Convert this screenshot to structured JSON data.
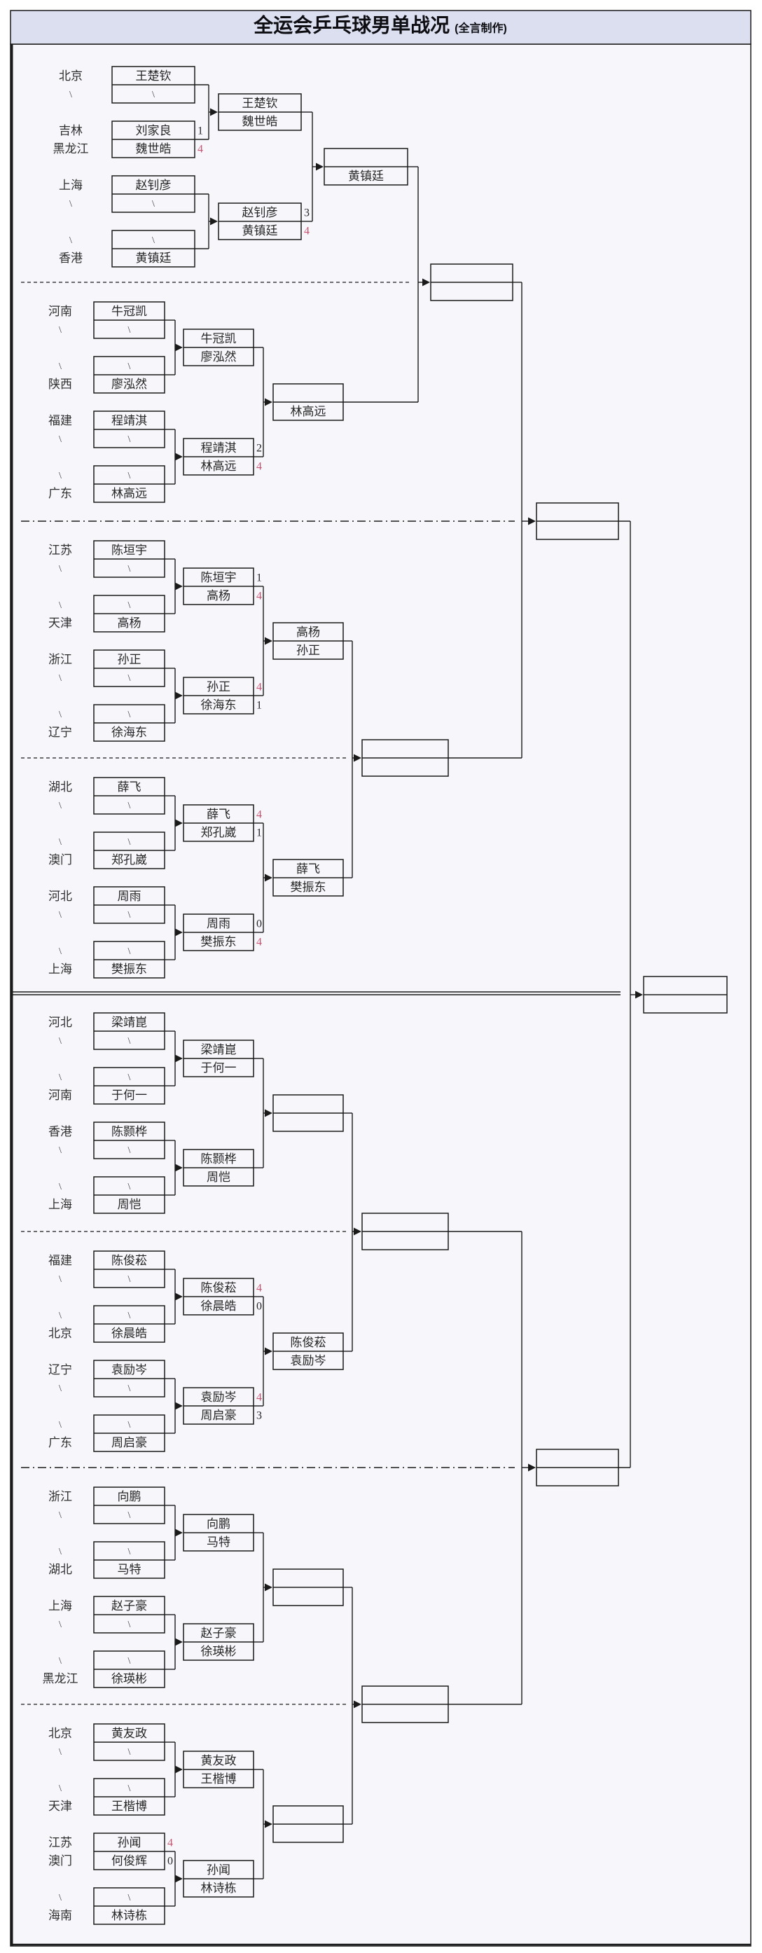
{
  "title": {
    "main": "全运会乒乓球男单战况",
    "credit": "(全言制作)"
  },
  "colors": {
    "page_bg": "#ffffff",
    "panel_bg": "#f7f6fb",
    "title_bg": "#dbdff0",
    "line": "#1a1a1a",
    "text": "#262626",
    "score_win": "#c85571",
    "score_lose": "#262626"
  },
  "sections": [
    {
      "id": "A",
      "groups": [
        {
          "pairs": [
            {
              "regions": [
                "北京",
                "\\"
              ],
              "players": [
                "王楚钦",
                "\\"
              ],
              "scores": [
                "",
                ""
              ],
              "win": [
                false,
                false
              ]
            },
            {
              "regions": [
                "吉林",
                "黑龙江"
              ],
              "players": [
                "刘家良",
                "魏世皓"
              ],
              "scores": [
                "1",
                "4"
              ],
              "win": [
                false,
                true
              ]
            }
          ],
          "r2": {
            "players": [
              "王楚钦",
              "魏世皓"
            ],
            "scores": [
              "",
              ""
            ],
            "win": [
              false,
              false
            ]
          }
        },
        {
          "pairs": [
            {
              "regions": [
                "上海",
                "\\"
              ],
              "players": [
                "赵钊彦",
                "\\"
              ],
              "scores": [
                "",
                ""
              ],
              "win": [
                false,
                false
              ]
            },
            {
              "regions": [
                "\\",
                "香港"
              ],
              "players": [
                "\\",
                "黄镇廷"
              ],
              "scores": [
                "",
                ""
              ],
              "win": [
                false,
                false
              ]
            }
          ],
          "r2": {
            "players": [
              "赵钊彦",
              "黄镇廷"
            ],
            "scores": [
              "3",
              "4"
            ],
            "win": [
              false,
              true
            ]
          }
        }
      ],
      "l3": {
        "players": [
          "",
          "黄镇廷"
        ]
      }
    },
    {
      "id": "B",
      "groups": [
        {
          "pairs": [
            {
              "regions": [
                "河南",
                "\\"
              ],
              "players": [
                "牛冠凯",
                "\\"
              ],
              "scores": [
                "",
                ""
              ],
              "win": [
                false,
                false
              ]
            },
            {
              "regions": [
                "\\",
                "陕西"
              ],
              "players": [
                "\\",
                "廖泓然"
              ],
              "scores": [
                "",
                ""
              ],
              "win": [
                false,
                false
              ]
            }
          ],
          "r2": {
            "players": [
              "牛冠凯",
              "廖泓然"
            ],
            "scores": [
              "",
              ""
            ],
            "win": [
              false,
              false
            ]
          }
        },
        {
          "pairs": [
            {
              "regions": [
                "福建",
                "\\"
              ],
              "players": [
                "程靖淇",
                "\\"
              ],
              "scores": [
                "",
                ""
              ],
              "win": [
                false,
                false
              ]
            },
            {
              "regions": [
                "\\",
                "广东"
              ],
              "players": [
                "\\",
                "林高远"
              ],
              "scores": [
                "",
                ""
              ],
              "win": [
                false,
                false
              ]
            }
          ],
          "r2": {
            "players": [
              "程靖淇",
              "林高远"
            ],
            "scores": [
              "2",
              "4"
            ],
            "win": [
              false,
              true
            ]
          }
        }
      ],
      "l3": {
        "players": [
          "",
          "林高远"
        ]
      }
    },
    {
      "id": "C",
      "groups": [
        {
          "pairs": [
            {
              "regions": [
                "江苏",
                "\\"
              ],
              "players": [
                "陈垣宇",
                "\\"
              ],
              "scores": [
                "",
                ""
              ],
              "win": [
                false,
                false
              ]
            },
            {
              "regions": [
                "\\",
                "天津"
              ],
              "players": [
                "\\",
                "高杨"
              ],
              "scores": [
                "",
                ""
              ],
              "win": [
                false,
                false
              ]
            }
          ],
          "r2": {
            "players": [
              "陈垣宇",
              "高杨"
            ],
            "scores": [
              "1",
              "4"
            ],
            "win": [
              false,
              true
            ]
          }
        },
        {
          "pairs": [
            {
              "regions": [
                "浙江",
                "\\"
              ],
              "players": [
                "孙正",
                "\\"
              ],
              "scores": [
                "",
                ""
              ],
              "win": [
                false,
                false
              ]
            },
            {
              "regions": [
                "\\",
                "辽宁"
              ],
              "players": [
                "\\",
                "徐海东"
              ],
              "scores": [
                "",
                ""
              ],
              "win": [
                false,
                false
              ]
            }
          ],
          "r2": {
            "players": [
              "孙正",
              "徐海东"
            ],
            "scores": [
              "4",
              "1"
            ],
            "win": [
              true,
              false
            ]
          }
        }
      ],
      "l3": {
        "players": [
          "高杨",
          "孙正"
        ]
      }
    },
    {
      "id": "D",
      "groups": [
        {
          "pairs": [
            {
              "regions": [
                "湖北",
                "\\"
              ],
              "players": [
                "薛飞",
                "\\"
              ],
              "scores": [
                "",
                ""
              ],
              "win": [
                false,
                false
              ]
            },
            {
              "regions": [
                "\\",
                "澳门"
              ],
              "players": [
                "\\",
                "郑孔崴"
              ],
              "scores": [
                "",
                ""
              ],
              "win": [
                false,
                false
              ]
            }
          ],
          "r2": {
            "players": [
              "薛飞",
              "郑孔崴"
            ],
            "scores": [
              "4",
              "1"
            ],
            "win": [
              true,
              false
            ]
          }
        },
        {
          "pairs": [
            {
              "regions": [
                "河北",
                "\\"
              ],
              "players": [
                "周雨",
                "\\"
              ],
              "scores": [
                "",
                ""
              ],
              "win": [
                false,
                false
              ]
            },
            {
              "regions": [
                "\\",
                "上海"
              ],
              "players": [
                "\\",
                "樊振东"
              ],
              "scores": [
                "",
                ""
              ],
              "win": [
                false,
                false
              ]
            }
          ],
          "r2": {
            "players": [
              "周雨",
              "樊振东"
            ],
            "scores": [
              "0",
              "4"
            ],
            "win": [
              false,
              true
            ]
          }
        }
      ],
      "l3": {
        "players": [
          "薛飞",
          "樊振东"
        ]
      }
    },
    {
      "id": "E",
      "groups": [
        {
          "pairs": [
            {
              "regions": [
                "河北",
                "\\"
              ],
              "players": [
                "梁靖崑",
                "\\"
              ],
              "scores": [
                "",
                ""
              ],
              "win": [
                false,
                false
              ]
            },
            {
              "regions": [
                "\\",
                "河南"
              ],
              "players": [
                "\\",
                "于何一"
              ],
              "scores": [
                "",
                ""
              ],
              "win": [
                false,
                false
              ]
            }
          ],
          "r2": {
            "players": [
              "梁靖崑",
              "于何一"
            ],
            "scores": [
              "",
              ""
            ],
            "win": [
              false,
              false
            ]
          }
        },
        {
          "pairs": [
            {
              "regions": [
                "香港",
                "\\"
              ],
              "players": [
                "陈颢桦",
                "\\"
              ],
              "scores": [
                "",
                ""
              ],
              "win": [
                false,
                false
              ]
            },
            {
              "regions": [
                "\\",
                "上海"
              ],
              "players": [
                "\\",
                "周恺"
              ],
              "scores": [
                "",
                ""
              ],
              "win": [
                false,
                false
              ]
            }
          ],
          "r2": {
            "players": [
              "陈颢桦",
              "周恺"
            ],
            "scores": [
              "",
              ""
            ],
            "win": [
              false,
              false
            ]
          }
        }
      ],
      "l3": {
        "players": [
          "",
          ""
        ]
      }
    },
    {
      "id": "F",
      "groups": [
        {
          "pairs": [
            {
              "regions": [
                "福建",
                "\\"
              ],
              "players": [
                "陈俊菘",
                "\\"
              ],
              "scores": [
                "",
                ""
              ],
              "win": [
                false,
                false
              ]
            },
            {
              "regions": [
                "\\",
                "北京"
              ],
              "players": [
                "\\",
                "徐晨皓"
              ],
              "scores": [
                "",
                ""
              ],
              "win": [
                false,
                false
              ]
            }
          ],
          "r2": {
            "players": [
              "陈俊菘",
              "徐晨皓"
            ],
            "scores": [
              "4",
              "0"
            ],
            "win": [
              true,
              false
            ]
          }
        },
        {
          "pairs": [
            {
              "regions": [
                "辽宁",
                "\\"
              ],
              "players": [
                "袁励岑",
                "\\"
              ],
              "scores": [
                "",
                ""
              ],
              "win": [
                false,
                false
              ]
            },
            {
              "regions": [
                "\\",
                "广东"
              ],
              "players": [
                "\\",
                "周启豪"
              ],
              "scores": [
                "",
                ""
              ],
              "win": [
                false,
                false
              ]
            }
          ],
          "r2": {
            "players": [
              "袁励岑",
              "周启豪"
            ],
            "scores": [
              "4",
              "3"
            ],
            "win": [
              true,
              false
            ]
          }
        }
      ],
      "l3": {
        "players": [
          "陈俊菘",
          "袁励岑"
        ]
      }
    },
    {
      "id": "G",
      "groups": [
        {
          "pairs": [
            {
              "regions": [
                "浙江",
                "\\"
              ],
              "players": [
                "向鹏",
                "\\"
              ],
              "scores": [
                "",
                ""
              ],
              "win": [
                false,
                false
              ]
            },
            {
              "regions": [
                "\\",
                "湖北"
              ],
              "players": [
                "\\",
                "马特"
              ],
              "scores": [
                "",
                ""
              ],
              "win": [
                false,
                false
              ]
            }
          ],
          "r2": {
            "players": [
              "向鹏",
              "马特"
            ],
            "scores": [
              "",
              ""
            ],
            "win": [
              false,
              false
            ]
          }
        },
        {
          "pairs": [
            {
              "regions": [
                "上海",
                "\\"
              ],
              "players": [
                "赵子豪",
                "\\"
              ],
              "scores": [
                "",
                ""
              ],
              "win": [
                false,
                false
              ]
            },
            {
              "regions": [
                "\\",
                "黑龙江"
              ],
              "players": [
                "\\",
                "徐瑛彬"
              ],
              "scores": [
                "",
                ""
              ],
              "win": [
                false,
                false
              ]
            }
          ],
          "r2": {
            "players": [
              "赵子豪",
              "徐瑛彬"
            ],
            "scores": [
              "",
              ""
            ],
            "win": [
              false,
              false
            ]
          }
        }
      ],
      "l3": {
        "players": [
          "",
          ""
        ]
      }
    },
    {
      "id": "H",
      "groups": [
        {
          "pairs": [
            {
              "regions": [
                "北京",
                "\\"
              ],
              "players": [
                "黄友政",
                "\\"
              ],
              "scores": [
                "",
                ""
              ],
              "win": [
                false,
                false
              ]
            },
            {
              "regions": [
                "\\",
                "天津"
              ],
              "players": [
                "\\",
                "王楷博"
              ],
              "scores": [
                "",
                ""
              ],
              "win": [
                false,
                false
              ]
            }
          ],
          "r2": {
            "players": [
              "黄友政",
              "王楷博"
            ],
            "scores": [
              "",
              ""
            ],
            "win": [
              false,
              false
            ]
          }
        },
        {
          "pairs": [
            {
              "regions": [
                "江苏",
                "澳门"
              ],
              "players": [
                "孙闻",
                "何俊辉"
              ],
              "scores": [
                "4",
                "0"
              ],
              "win": [
                true,
                false
              ]
            },
            {
              "regions": [
                "\\",
                "海南"
              ],
              "players": [
                "\\",
                "林诗栋"
              ],
              "scores": [
                "",
                ""
              ],
              "win": [
                false,
                false
              ]
            }
          ],
          "r2": {
            "players": [
              "孙闻",
              "林诗栋"
            ],
            "scores": [
              "",
              ""
            ],
            "win": [
              false,
              false
            ]
          }
        }
      ],
      "l3": {
        "players": [
          "",
          ""
        ]
      }
    }
  ],
  "later_rounds": {
    "qf": [
      {
        "top": "",
        "bottom": ""
      },
      {
        "top": "",
        "bottom": ""
      },
      {
        "top": "",
        "bottom": ""
      },
      {
        "top": "",
        "bottom": ""
      }
    ],
    "sf": [
      {
        "top": "",
        "bottom": ""
      },
      {
        "top": "",
        "bottom": ""
      }
    ],
    "final": {
      "top": "",
      "bottom": ""
    }
  }
}
